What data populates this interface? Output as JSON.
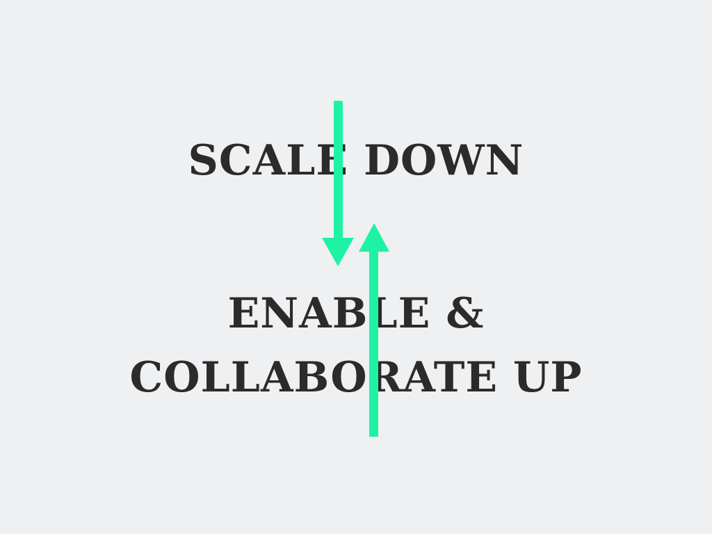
{
  "diagram": {
    "top_text": "SCALE DOWN",
    "bottom_text_line1": "ENABLE &",
    "bottom_text_line2": "COLLABORATE UP",
    "arrow_color": "#1df2a5",
    "text_color": "#2b2b2b",
    "background_color": "#eff0f2",
    "down_arrow_icon": "arrow-down-icon",
    "up_arrow_icon": "arrow-up-icon"
  }
}
